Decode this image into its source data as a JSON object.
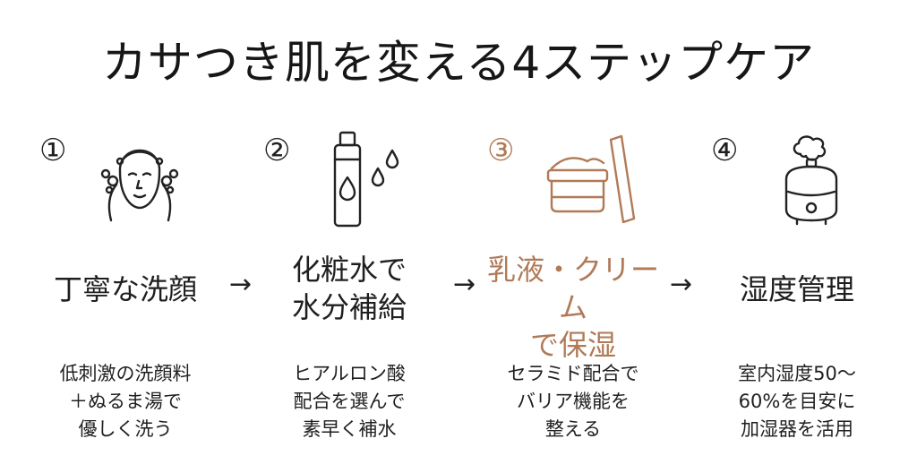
{
  "title": "カサつき肌を変える4ステップケア",
  "arrow": "→",
  "colors": {
    "text": "#1f1f1f",
    "accent": "#b07a57",
    "background": "#ffffff"
  },
  "steps": [
    {
      "number": "①",
      "icon": "face-washing-icon",
      "heading": "丁寧な洗顔",
      "description": "低刺激の洗顔料\n＋ぬるま湯で\n優しく洗う"
    },
    {
      "number": "②",
      "icon": "lotion-bottle-icon",
      "heading": "化粧水で\n水分補給",
      "description": "ヒアルロン酸\n配合を選んで\n素早く補水"
    },
    {
      "number": "③",
      "icon": "cream-jar-icon",
      "heading": "乳液・クリーム\nで保湿",
      "description": "セラミド配合で\nバリア機能を\n整える",
      "highlight": true
    },
    {
      "number": "④",
      "icon": "humidifier-icon",
      "heading": "湿度管理",
      "description": "室内湿度50〜\n60%を目安に\n加湿器を活用"
    }
  ]
}
